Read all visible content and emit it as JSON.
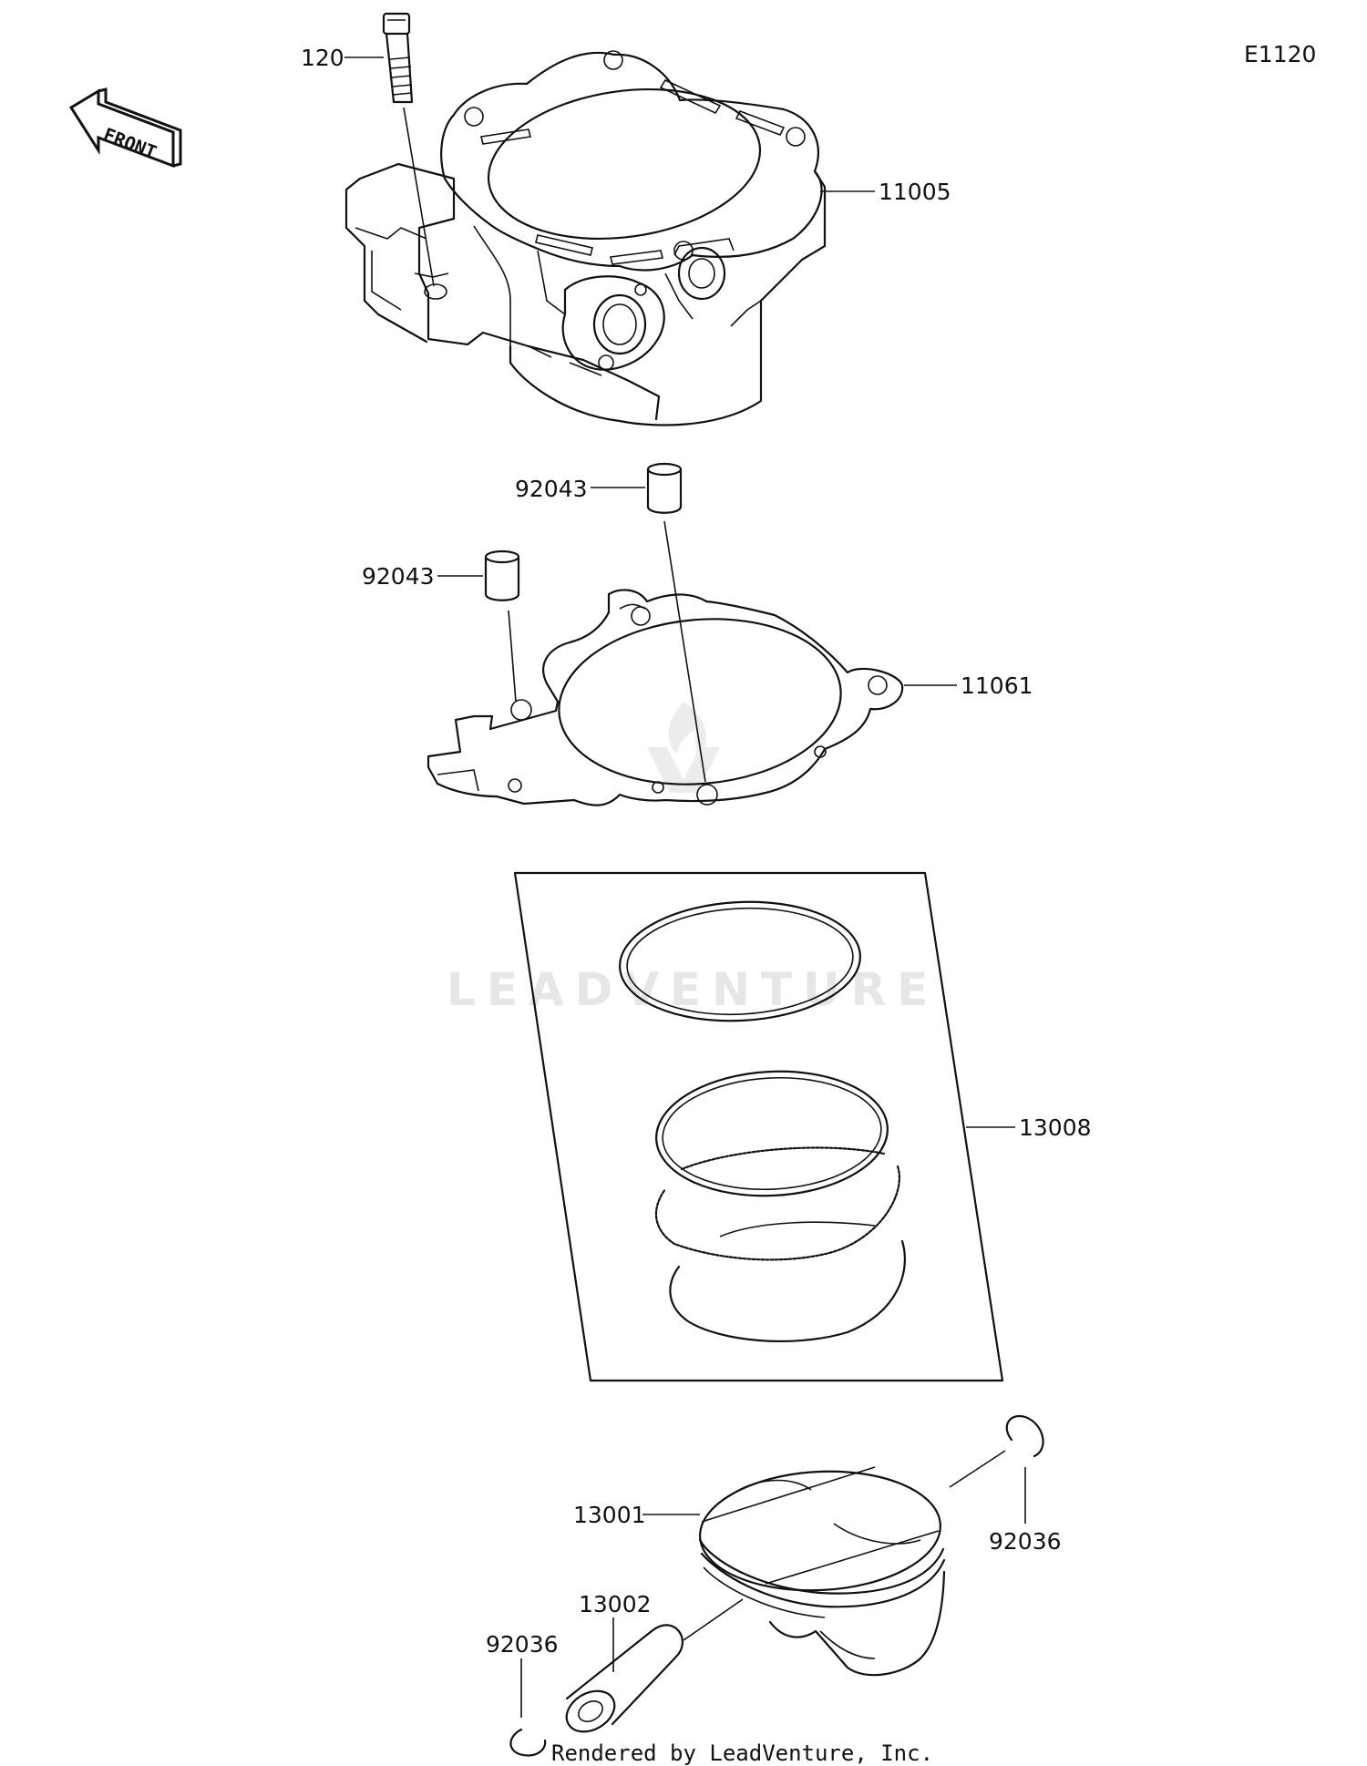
{
  "diagram_code": "E1120",
  "front_label": "FRONT",
  "watermark": "LEADVENTURE",
  "credit": "Rendered by LeadVenture, Inc.",
  "parts": [
    {
      "id": "bolt",
      "number": "120"
    },
    {
      "id": "cylinder",
      "number": "11005"
    },
    {
      "id": "dowel-upper",
      "number": "92043"
    },
    {
      "id": "dowel-lower",
      "number": "92043"
    },
    {
      "id": "gasket",
      "number": "11061"
    },
    {
      "id": "ring-set",
      "number": "13008"
    },
    {
      "id": "piston",
      "number": "13001"
    },
    {
      "id": "circlip-right",
      "number": "92036"
    },
    {
      "id": "piston-pin",
      "number": "13002"
    },
    {
      "id": "circlip-left",
      "number": "92036"
    }
  ]
}
